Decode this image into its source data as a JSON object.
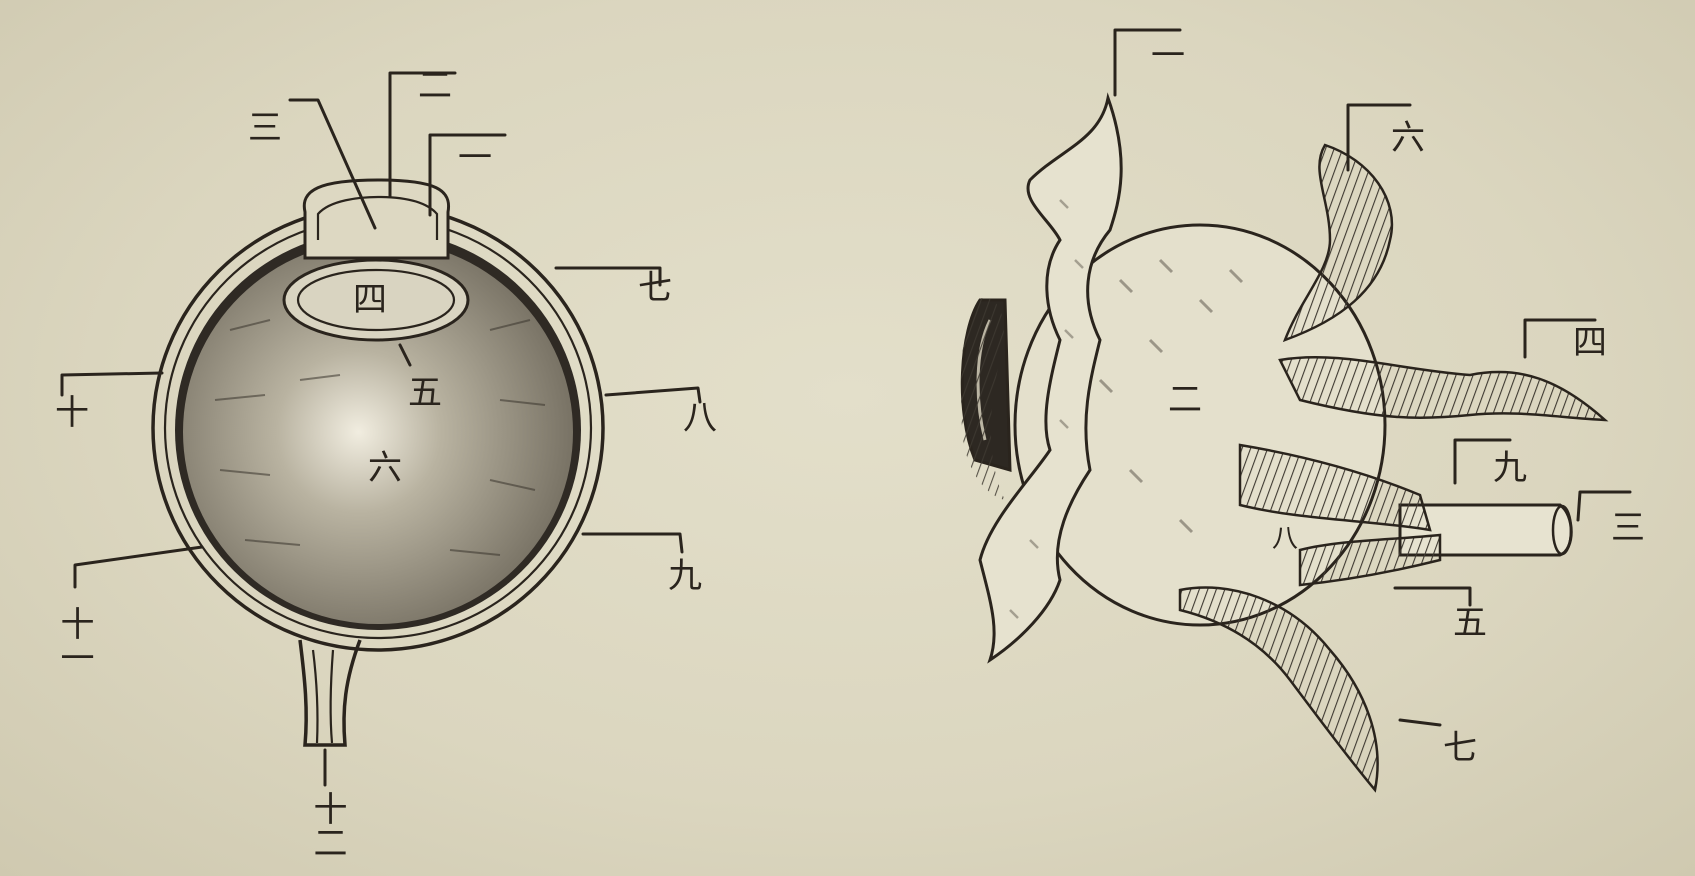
{
  "colors": {
    "paper": "#ddd8c2",
    "ink": "#2a241d",
    "eye_fill_dark": "#7a7466",
    "eye_fill_light": "#f1ede0",
    "muscle": "#4c463d"
  },
  "left_figure": {
    "labels": [
      "三",
      "二",
      "一",
      "四",
      "五",
      "六",
      "七",
      "八",
      "九",
      "十",
      "十一",
      "十二"
    ]
  },
  "right_figure": {
    "labels": [
      "一",
      "六",
      "四",
      "二",
      "九",
      "三",
      "八",
      "五",
      "七"
    ]
  }
}
